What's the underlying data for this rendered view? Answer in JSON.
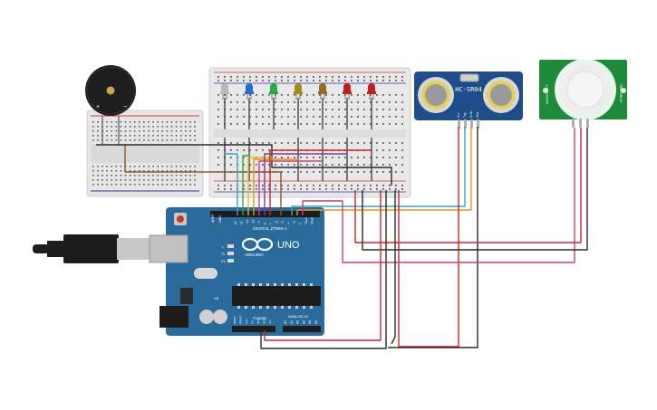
{
  "colors": {
    "background": "#ffffff",
    "arduino_board": "#2a6b9c",
    "breadboard": "#e8e8e8",
    "sonar_board": "#1f4d8a",
    "pir_board": "#1e8a3a",
    "wire_red": "#d22424",
    "wire_black": "#2a2a2a",
    "wire_magenta": "#cc3d86",
    "wire_orange": "#e8941a",
    "wire_cyan": "#38a6c8",
    "wire_purple": "#7c3d98",
    "wire_brown": "#8a5a2a",
    "wire_yellow": "#e0c020",
    "wire_green": "#2fa84a",
    "wire_blue": "#2a6ad0"
  },
  "arduino": {
    "brand": "UNO",
    "logo_text": "ARDUINO",
    "digital_header": "DIGITAL (PWM~)",
    "power_header": "POWER",
    "analog_header": "ANALOG IN",
    "tx_label": "TX",
    "rx_label": "RX",
    "l_label": "L",
    "on_label": "ON",
    "aref": "AREF",
    "gnd": "GND",
    "digital_pins": [
      "13",
      "12",
      "~11",
      "~10",
      "~9",
      "8",
      "7",
      "~6",
      "~5",
      "4",
      "~3",
      "2",
      "TX▸1",
      "RX◂0"
    ],
    "power_pins": [
      "IOREF",
      "RESET",
      "3.3V",
      "5V",
      "GND",
      "GND",
      "Vin"
    ],
    "analog_pins": [
      "A0",
      "A1",
      "A2",
      "A3",
      "A4",
      "A5"
    ]
  },
  "sonar": {
    "model": "HC-SR04",
    "pins": [
      "Vcc",
      "Trig",
      "Echo",
      "Gnd"
    ]
  },
  "pir": {
    "left_label": "SENSITIVITY",
    "right_label": "TIME DELAY",
    "pins": [
      "GND",
      "OUT",
      "VCC"
    ]
  },
  "buzzer": {
    "plus": "+",
    "minus": "−"
  },
  "leds": [
    {
      "name": "led-white",
      "color": "#b8b8b8"
    },
    {
      "name": "led-blue",
      "color": "#2a6ad0"
    },
    {
      "name": "led-green",
      "color": "#2fa84a"
    },
    {
      "name": "led-olive",
      "color": "#a38a1a"
    },
    {
      "name": "led-amber",
      "color": "#9a6a1e"
    },
    {
      "name": "led-red-1",
      "color": "#c02020"
    },
    {
      "name": "led-red-2",
      "color": "#c02020"
    }
  ]
}
